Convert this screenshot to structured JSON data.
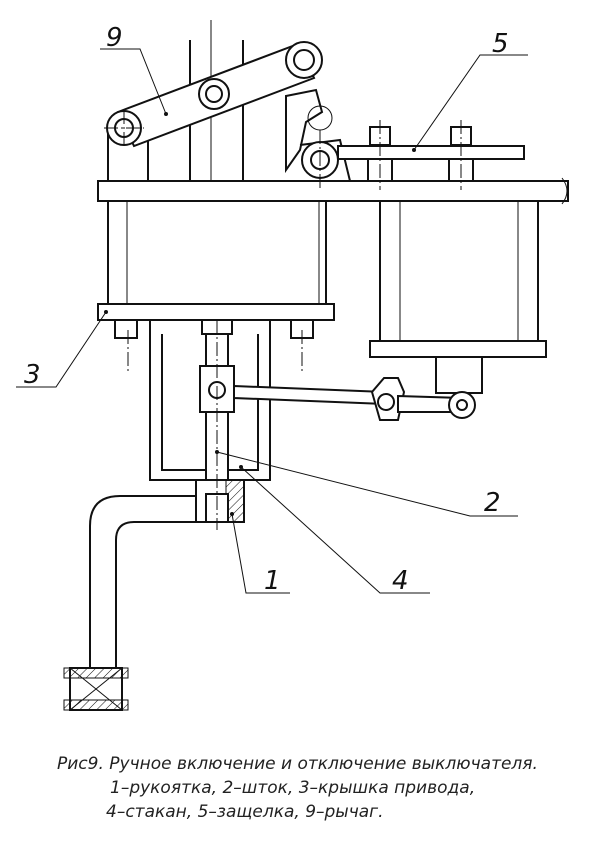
{
  "callouts": {
    "label_1": "1",
    "label_2": "2",
    "label_3": "3",
    "label_4": "4",
    "label_5": "5",
    "label_9": "9"
  },
  "caption": {
    "line1": "Рис9. Ручное включение и отключение выключателя.",
    "line2": "1–рукоятка, 2–шток, 3–крышка привода,",
    "line3": "4–стакан, 5–защелка, 9–рычаг."
  }
}
